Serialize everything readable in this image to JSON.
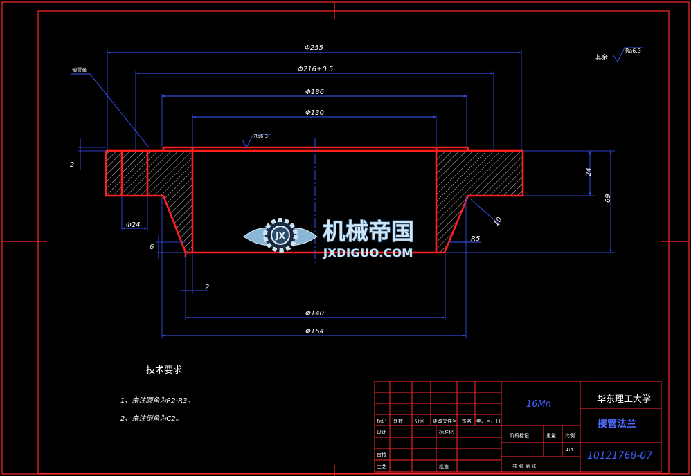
{
  "dimensions": {
    "d255": "Φ255",
    "d216": "Φ216±0.5",
    "d186": "Φ186",
    "d130": "Φ130",
    "d140": "Φ140",
    "d164": "Φ164",
    "d24": "Φ24",
    "h2_left": "2",
    "h2_bottom": "2",
    "h6": "6",
    "h24": "24",
    "h69": "69",
    "r10": "10",
    "r5": "R5"
  },
  "labels": {
    "leader_left": "轴管座",
    "roughness_top": "Ra6.3",
    "roughness_mid": "Ra6.3",
    "roughness_prefix": "其余"
  },
  "watermark": {
    "cn": "机械帝国",
    "en": "JXDIGUO.COM"
  },
  "tech": {
    "title": "技术要求",
    "note1": "1、未注圆角为R2-R3。",
    "note2": "2、未注倒角为C2。"
  },
  "title_block": {
    "university": "华东理工大学",
    "part_name": "接管法兰",
    "material": "16Mn",
    "drawing_no": "10121768-07",
    "scale": "1:4",
    "h_mark": "标记",
    "h_count": "处数",
    "h_zone": "分区",
    "h_docno": "更改文件号",
    "h_sign": "签名",
    "h_date": "年、月、日",
    "h_design": "设计",
    "h_std": "标准化",
    "h_stage": "阶段标记",
    "h_weight": "重量",
    "h_scale": "比例",
    "h_review": "审核",
    "h_process": "工艺",
    "h_approve": "批准",
    "h_sheets": "共  张  第  张"
  },
  "colors": {
    "frame": "#ff2a2a",
    "outline": "#ff1f1f",
    "dimension": "#3a56ff",
    "centerline": "#3a56ff",
    "hatch": "#ffffff",
    "title_blue": "#4f6bff",
    "material_blue": "#4060ff"
  }
}
